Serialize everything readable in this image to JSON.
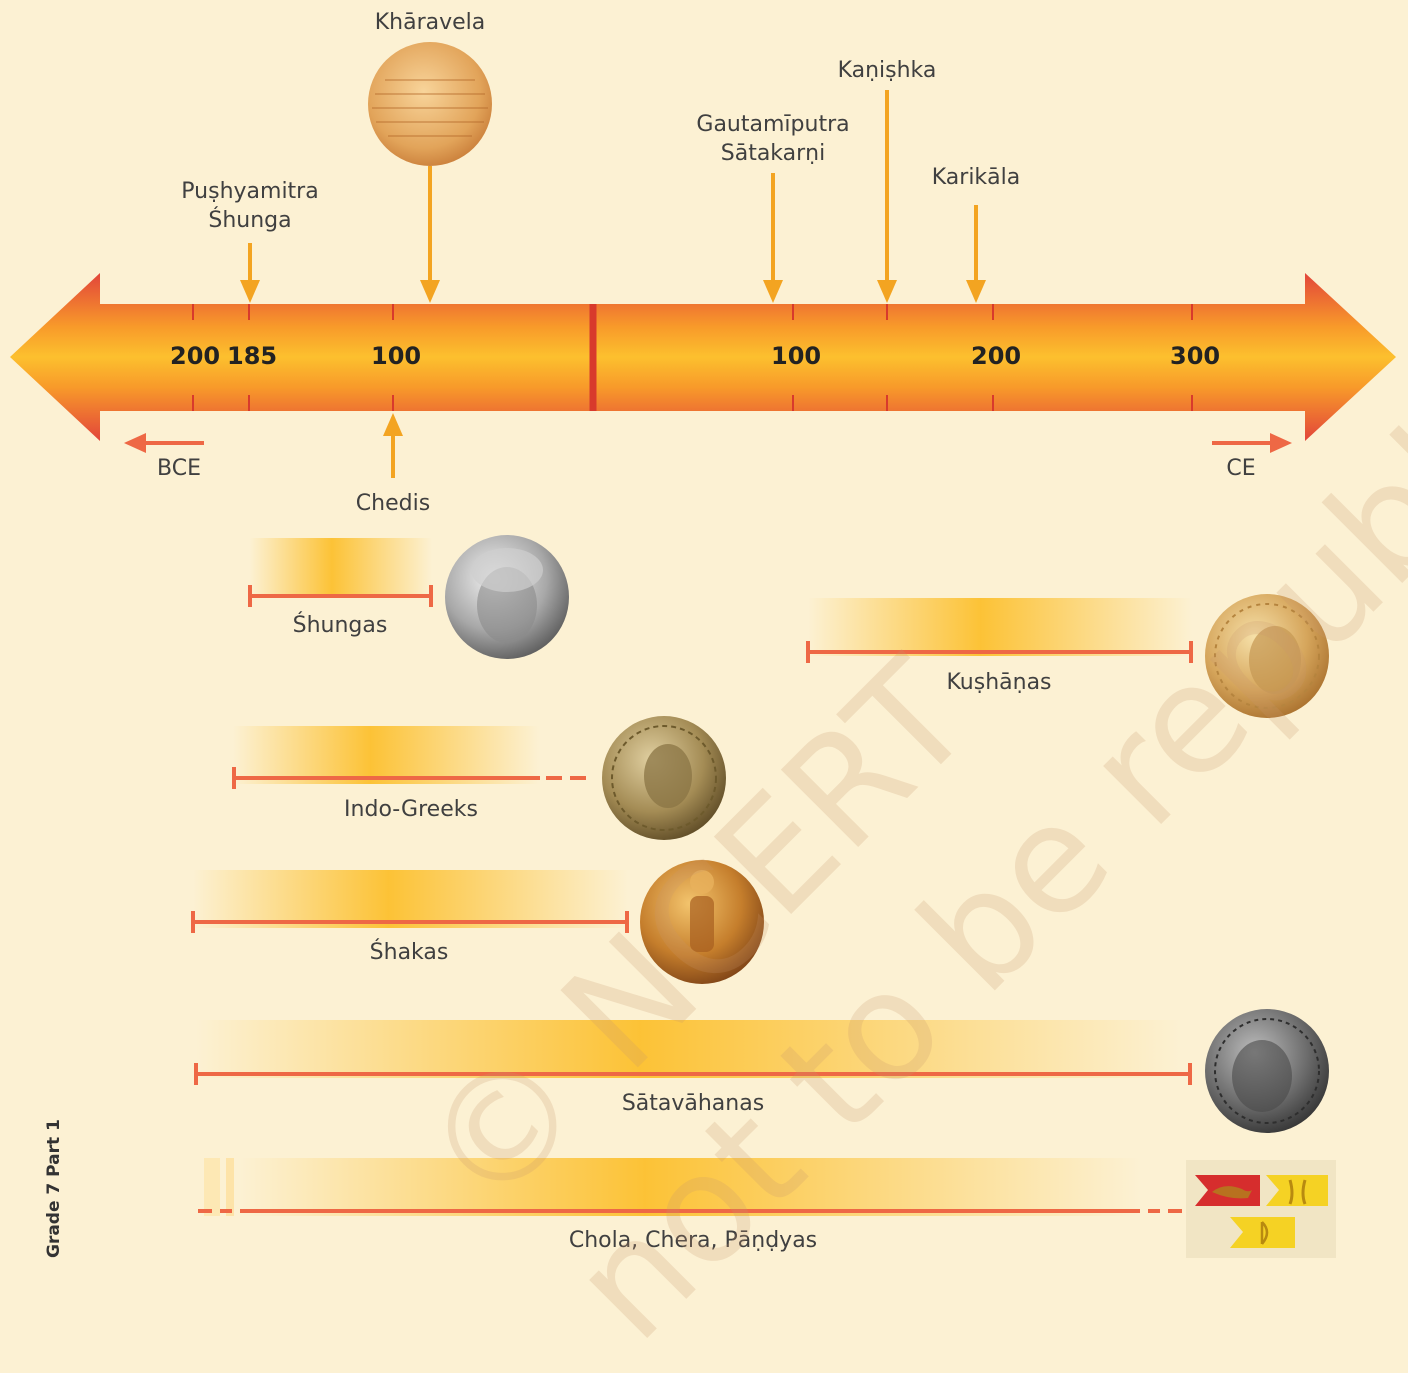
{
  "timeline": {
    "ticks_bce": [
      "200",
      "185",
      "100"
    ],
    "ticks_ce": [
      "100",
      "200",
      "300"
    ],
    "bce_label": "BCE",
    "ce_label": "CE"
  },
  "rulers": {
    "pushyamitra": "Puṣhyamitra\nŚhunga",
    "kharavela": "Khāravela",
    "gautamiputra": "Gautamīputra\nSātakarṇi",
    "kanishka": "Kaṇiṣhka",
    "karikala": "Karikāla",
    "chedis": "Chedis"
  },
  "dynasties": {
    "shungas": "Śhungas",
    "kushanas": "Kuṣhāṇas",
    "indo_greeks": "Indo-Greeks",
    "shakas": "Śhakas",
    "satavahanas": "Sātavāhanas",
    "chola_chera_pandyas": "Chola, Chera, Pāṇḍyas"
  },
  "watermark": {
    "line1": "© NCERT",
    "line2": "not to be republished"
  },
  "side_tag": "Grade 7 Part 1",
  "colors": {
    "arrow_light": "#fcc02e",
    "arrow_dark": "#e2453a",
    "pointer": "#f3a421",
    "span_line": "#ee6845",
    "background": "#fcf1d3"
  }
}
